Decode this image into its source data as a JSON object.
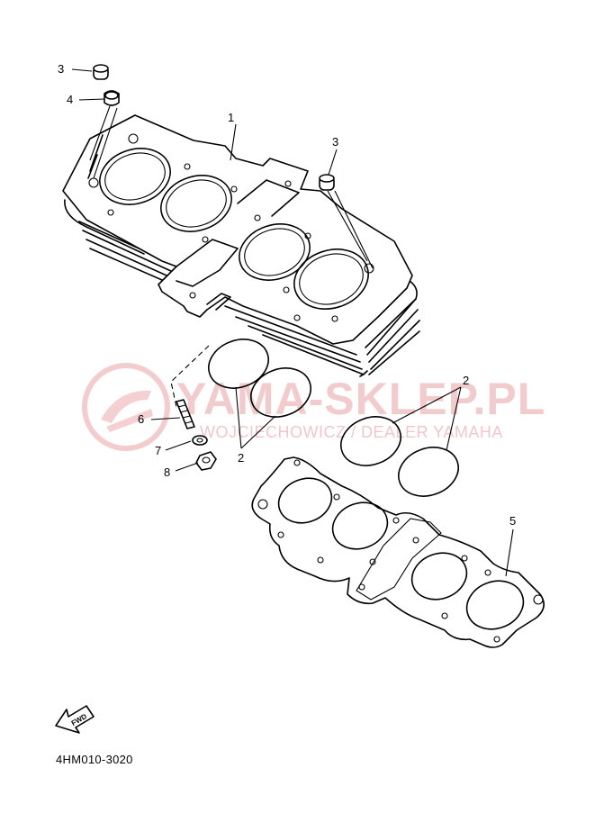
{
  "watermark": {
    "title": "YAMA-SKLEP.PL",
    "subtitle": "WOJCIECHOWICZ / DEALER YAMAHA",
    "logo_color": "#e9a2a6"
  },
  "callouts": {
    "c3_top": "3",
    "c4": "4",
    "c1": "1",
    "c3_right": "3",
    "c6": "6",
    "c7": "7",
    "c8": "8",
    "c2_left": "2",
    "c2_right": "2",
    "c5": "5"
  },
  "fwd_arrow": {
    "label": "FWD"
  },
  "diagram_code": "4HM010-3020",
  "icons": [
    "cylinder-block",
    "o-ring",
    "dowel-pin",
    "stud-bolt",
    "washer",
    "nut",
    "cylinder-gasket",
    "fwd-arrow-icon",
    "watermark-logo"
  ]
}
